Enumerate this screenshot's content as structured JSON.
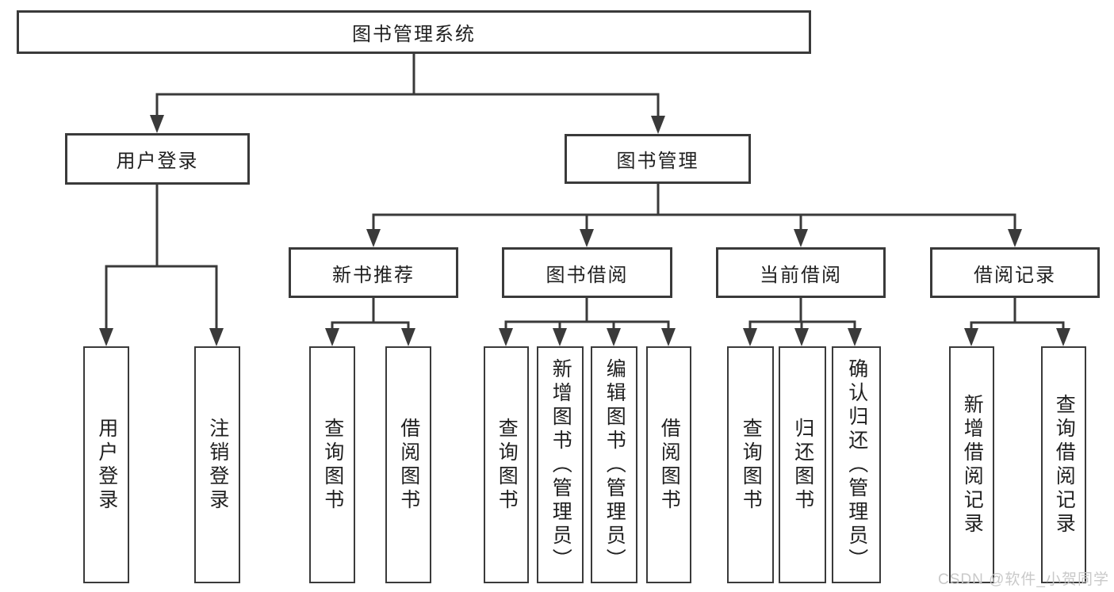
{
  "diagram": {
    "type": "tree",
    "root": {
      "label": "图书管理系统"
    },
    "branches": [
      {
        "label": "用户登录",
        "children": [
          {
            "label": "用户登录"
          },
          {
            "label": "注销登录"
          }
        ]
      },
      {
        "label": "图书管理",
        "children": [
          {
            "label": "新书推荐",
            "children": [
              {
                "label": "查询图书"
              },
              {
                "label": "借阅图书"
              }
            ]
          },
          {
            "label": "图书借阅",
            "children": [
              {
                "label": "查询图书"
              },
              {
                "label": "新增图书（管理员）"
              },
              {
                "label": "编辑图书（管理员）"
              },
              {
                "label": "借阅图书"
              }
            ]
          },
          {
            "label": "当前借阅",
            "children": [
              {
                "label": "查询图书"
              },
              {
                "label": "归还图书"
              },
              {
                "label": "确认归还（管理员）"
              }
            ]
          },
          {
            "label": "借阅记录",
            "children": [
              {
                "label": "新增借阅记录"
              },
              {
                "label": "查询借阅记录"
              }
            ]
          }
        ]
      }
    ],
    "watermark": "CSDN @软件_小贺同学",
    "colors": {
      "line": "#3a3a3a",
      "text": "#1f1f1f",
      "box_background": "#ffffff",
      "watermark": "#c6c6c6",
      "background": "#ffffff"
    }
  }
}
